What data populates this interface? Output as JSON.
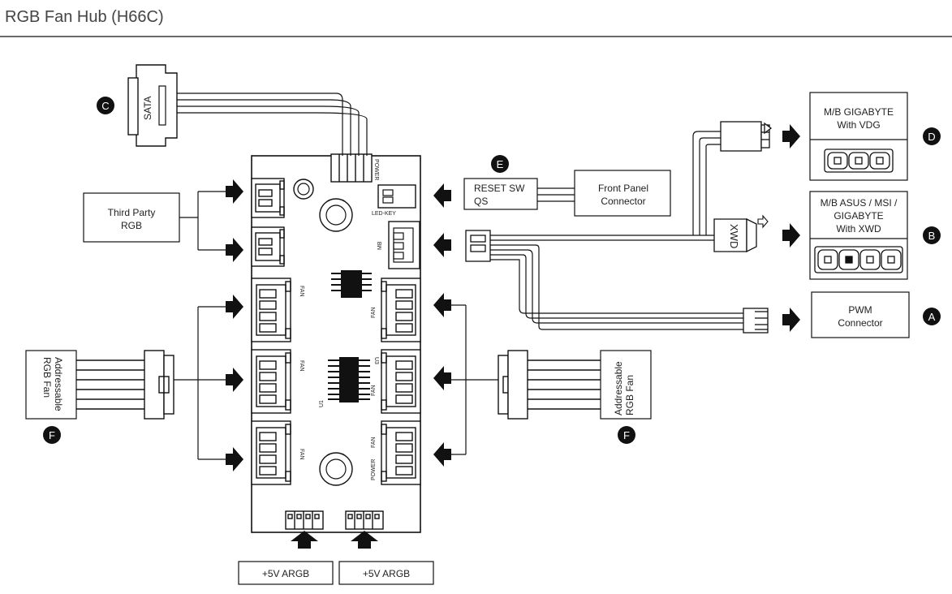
{
  "page": {
    "title": "RGB Fan Hub (H66C)"
  },
  "hub": {
    "connectors": {
      "power_top": "POWER",
      "led_key": "LED-KEY",
      "mb": "MB",
      "fan": "FAN",
      "power_bottom": "POWER",
      "u1": "U1",
      "u3": "U3"
    }
  },
  "callouts": {
    "sata": "SATA",
    "third_party_line1": "Third Party",
    "third_party_line2": "RGB",
    "reset_line1": "RESET SW",
    "reset_line2": "QS",
    "front_panel_line1": "Front Panel",
    "front_panel_line2": "Connector",
    "gigabyte_vdg_line1": "M/B GIGABYTE",
    "gigabyte_vdg_line2": "With VDG",
    "xwd_line1": "M/B ASUS / MSI /",
    "xwd_line2": "GIGABYTE",
    "xwd_line3": "With XWD",
    "xwd_plug": "XWD",
    "pwm_line1": "PWM",
    "pwm_line2": "Connector",
    "argb_fan_line1": "Addressable",
    "argb_fan_line2": "RGB Fan",
    "argb_5v": "+5V ARGB"
  },
  "badges": {
    "a": "A",
    "b": "B",
    "c": "C",
    "d": "D",
    "e": "E",
    "f": "F"
  }
}
